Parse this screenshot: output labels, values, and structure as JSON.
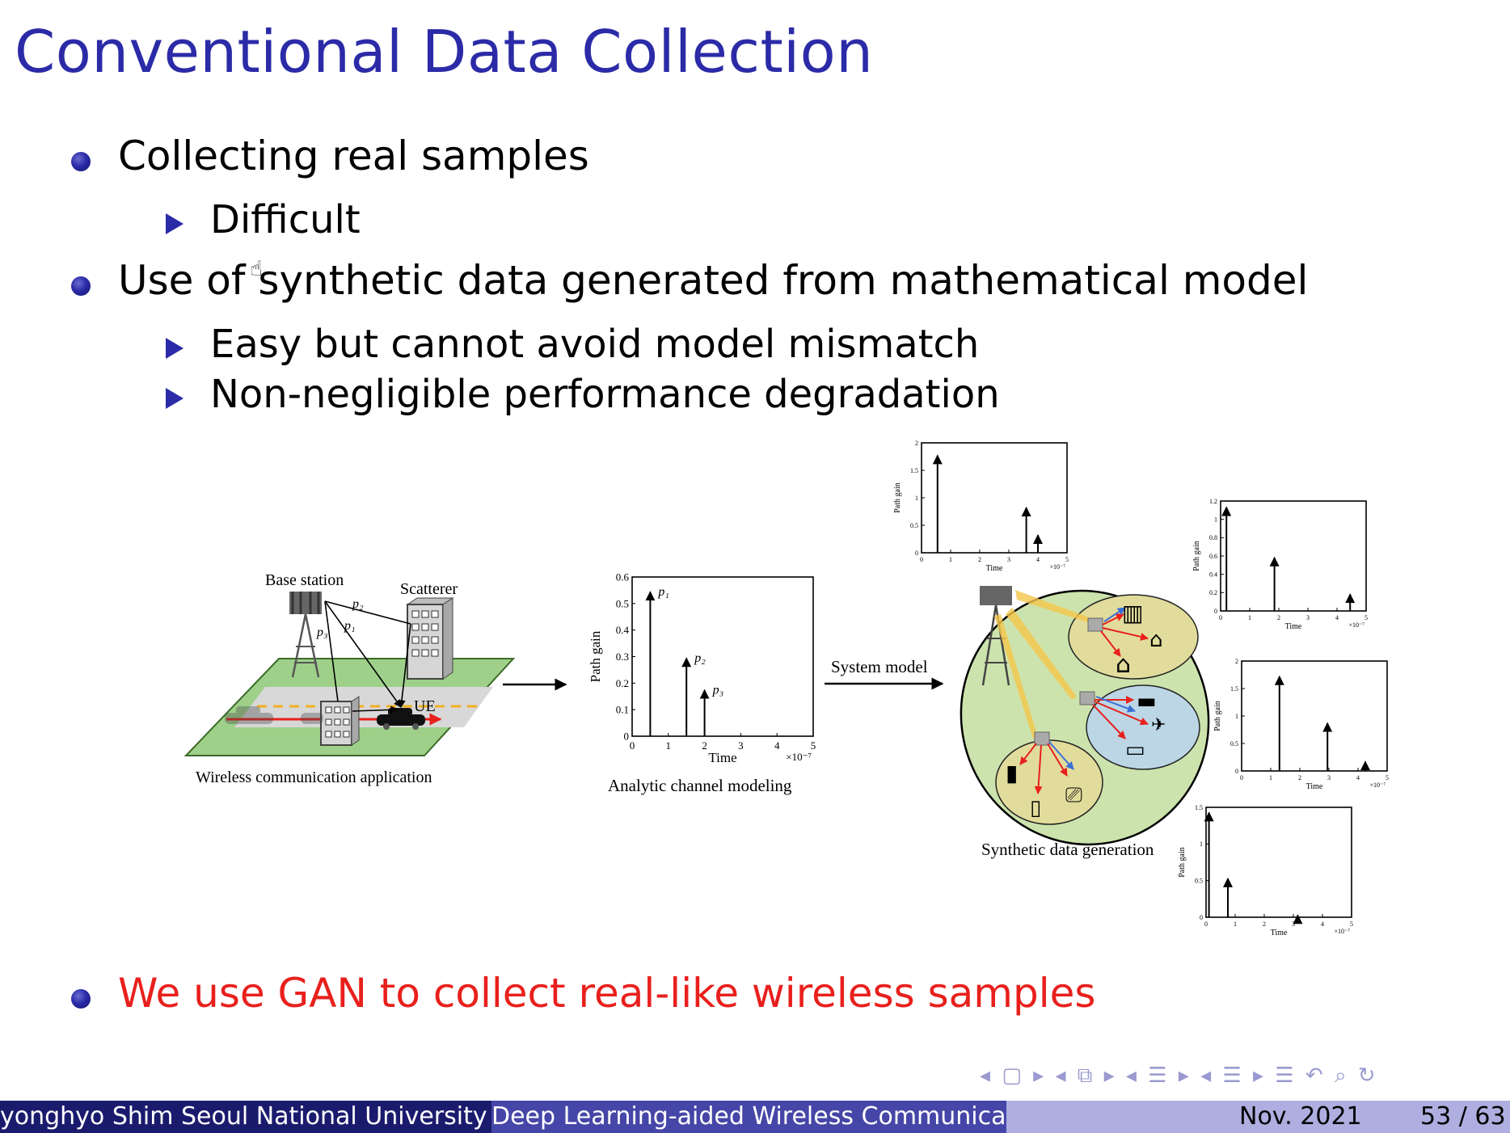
{
  "slide": {
    "title": "Conventional Data Collection",
    "bullets": [
      {
        "text": "Collecting real samples",
        "sub": [
          "Difficult"
        ]
      },
      {
        "text": "Use of synthetic data generated from mathematical model",
        "sub": [
          "Easy but cannot avoid model mismatch",
          "Non-negligible performance degradation"
        ]
      }
    ],
    "final_bullet": "We use GAN to collect real-like wireless samples",
    "colors": {
      "title": "#2b2ba8",
      "highlight": "#e8201c",
      "footer_dark": "#1b1b6e",
      "footer_mid": "#4646a8",
      "footer_light": "#aeaee0"
    }
  },
  "figure": {
    "left_panel": {
      "base_station": "Base station",
      "scatterer": "Scatterer",
      "ue": "UE",
      "caption": "Wireless communication application",
      "paths": [
        "p₁",
        "p₂",
        "p₃"
      ]
    },
    "middle_panel": {
      "caption": "Analytic channel modeling"
    },
    "arrow_label": "System model",
    "right_panel": {
      "caption": "Synthetic data generation"
    }
  },
  "chart_data": [
    {
      "type": "stem",
      "ylabel": "Path gain",
      "xlabel": "Time",
      "x_multiplier": "×10⁻⁷",
      "xlim": [
        0,
        5
      ],
      "ylim": [
        0,
        0.6
      ],
      "xticks": [
        "0",
        "1",
        "2",
        "3",
        "4",
        "5"
      ],
      "yticks": [
        "0",
        "0.1",
        "0.2",
        "0.3",
        "0.4",
        "0.5",
        "0.6"
      ],
      "x": [
        0.5,
        1.5,
        2.0
      ],
      "values": [
        0.55,
        0.3,
        0.18
      ],
      "point_labels": [
        "p₁",
        "p₂",
        "p₃"
      ]
    },
    {
      "type": "stem",
      "ylabel": "Path gain",
      "xlabel": "Time",
      "x_multiplier": "×10⁻⁷",
      "xlim": [
        0,
        5
      ],
      "ylim": [
        0,
        2
      ],
      "xticks": [
        "0",
        "1",
        "2",
        "3",
        "4",
        "5"
      ],
      "yticks": [
        "0",
        "0.5",
        "1",
        "1.5",
        "2"
      ],
      "x": [
        0.55,
        3.6,
        4.0
      ],
      "values": [
        1.8,
        0.85,
        0.35
      ]
    },
    {
      "type": "stem",
      "ylabel": "Path gain",
      "xlabel": "Time",
      "x_multiplier": "×10⁻⁷",
      "xlim": [
        0,
        5
      ],
      "ylim": [
        0,
        1.2
      ],
      "xticks": [
        "0",
        "1",
        "2",
        "3",
        "4",
        "5"
      ],
      "yticks": [
        "0",
        "0.2",
        "0.4",
        "0.6",
        "0.8",
        "1",
        "1.2"
      ],
      "x": [
        0.2,
        1.85,
        4.45
      ],
      "values": [
        1.15,
        0.6,
        0.2
      ]
    },
    {
      "type": "stem",
      "ylabel": "Path gain",
      "xlabel": "Time",
      "x_multiplier": "×10⁻⁷",
      "xlim": [
        0,
        5
      ],
      "ylim": [
        0,
        2
      ],
      "xticks": [
        "0",
        "1",
        "2",
        "3",
        "4",
        "5"
      ],
      "yticks": [
        "0",
        "0.5",
        "1",
        "1.5",
        "2"
      ],
      "x": [
        1.3,
        2.95,
        4.25
      ],
      "values": [
        1.75,
        0.9,
        0.2
      ]
    },
    {
      "type": "stem",
      "ylabel": "Path gain",
      "xlabel": "Time",
      "x_multiplier": "×10⁻⁷",
      "xlim": [
        0,
        5
      ],
      "ylim": [
        0,
        1.5
      ],
      "xticks": [
        "0",
        "1",
        "2",
        "3",
        "4",
        "5"
      ],
      "yticks": [
        "0",
        "0.5",
        "1",
        "1.5"
      ],
      "x": [
        0.1,
        0.75,
        3.15
      ],
      "values": [
        1.45,
        0.55,
        0.05
      ]
    }
  ],
  "nav": {
    "symbols": "◂ ▢ ▸ ◂ ⧉ ▸ ◂ ☰ ▸ ◂ ☰ ▸   ☰   ↶ ⌕ ↻"
  },
  "footer": {
    "author": "yonghyo Shim  Seoul National University  S",
    "talk": "Deep Learning-aided Wireless Communication",
    "date": "Nov.  2021",
    "page": "53 / 63"
  }
}
